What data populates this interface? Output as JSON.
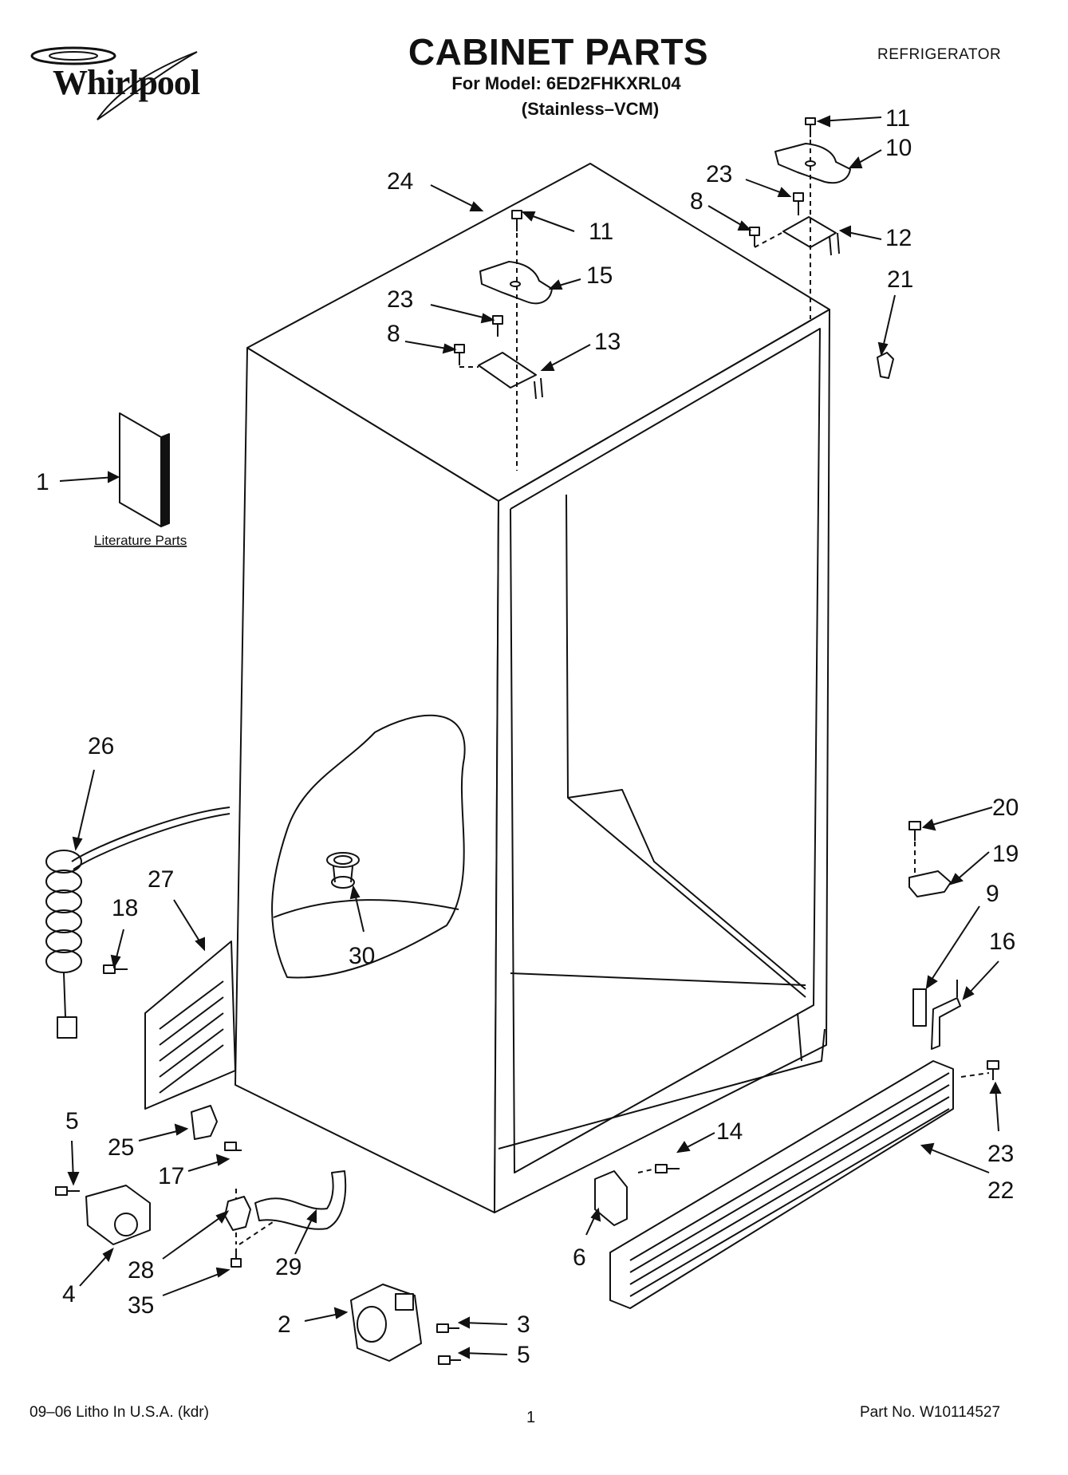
{
  "header": {
    "brand": "Whirlpool",
    "title": "CABINET PARTS",
    "model_line": "For Model: 6ED2FHKXRL04",
    "finish_line": "(Stainless–VCM)",
    "category": "REFRIGERATOR"
  },
  "diagram": {
    "literature_label": "Literature Parts",
    "callouts": {
      "c1": "1",
      "c2": "2",
      "c3": "3",
      "c4": "4",
      "c5a": "5",
      "c5b": "5",
      "c6": "6",
      "c8a": "8",
      "c8b": "8",
      "c9": "9",
      "c10": "10",
      "c11a": "11",
      "c11b": "11",
      "c12": "12",
      "c13": "13",
      "c14": "14",
      "c15": "15",
      "c16": "16",
      "c17": "17",
      "c18": "18",
      "c19": "19",
      "c20": "20",
      "c21": "21",
      "c22": "22",
      "c23a": "23",
      "c23b": "23",
      "c23c": "23",
      "c24": "24",
      "c25": "25",
      "c26": "26",
      "c27": "27",
      "c28": "28",
      "c29": "29",
      "c30": "30",
      "c35": "35"
    }
  },
  "footer": {
    "litho": "09–06 Litho In U.S.A. (kdr)",
    "page": "1",
    "part_no": "Part No. W10114527"
  }
}
